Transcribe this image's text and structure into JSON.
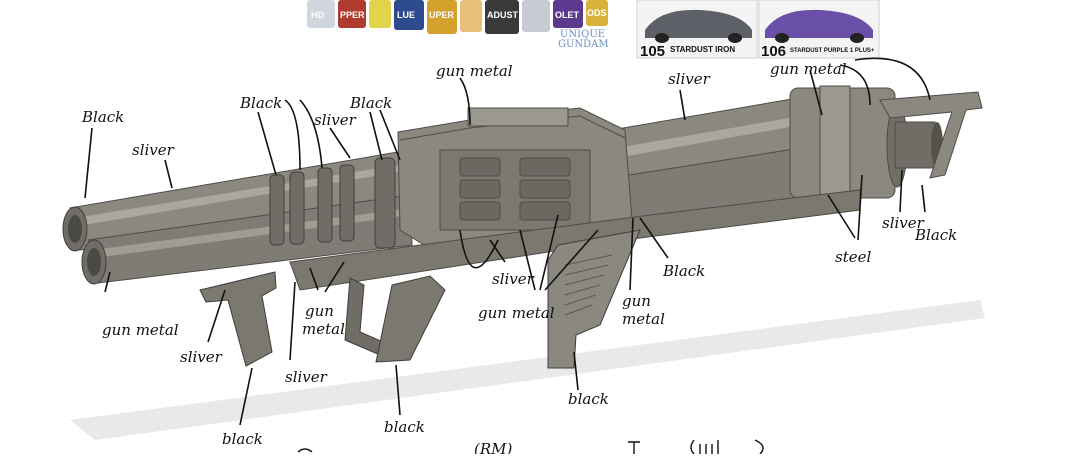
{
  "paint_strip": {
    "bottle_labels": [
      "HD",
      "PPER",
      "LUE",
      "UPER",
      "ADUST",
      "OLET",
      "ODS"
    ],
    "bottle_colors": [
      "#cfd6de",
      "#b03a2e",
      "#2f4b8f",
      "#d4a22c",
      "#3a3a3a",
      "#5b3a8e",
      "#d8b23a"
    ],
    "brand_line1": "UNIQUE",
    "brand_line2": "GUNDAM",
    "card1_number": "105",
    "card1_name": "STARDUST IRON",
    "card2_number": "106",
    "card2_name": "STARDUST PURPLE 1 PLUS+"
  },
  "annotations": [
    {
      "id": "black-muzzle",
      "text": "Black"
    },
    {
      "id": "sliver-barrel",
      "text": "sliver"
    },
    {
      "id": "black-ring-1",
      "text": "Black"
    },
    {
      "id": "sliver-mid",
      "text": "sliver"
    },
    {
      "id": "black-ring-2",
      "text": "Black"
    },
    {
      "id": "gun-metal-top",
      "text": "gun metal"
    },
    {
      "id": "sliver-top",
      "text": "sliver"
    },
    {
      "id": "gun-metal-rear",
      "text": "gun metal"
    },
    {
      "id": "gun-metal-muzzle",
      "text": "gun metal"
    },
    {
      "id": "sliver-foregrip",
      "text": "sliver"
    },
    {
      "id": "sliver-lower",
      "text": "sliver"
    },
    {
      "id": "gun-metal-rail-1",
      "text": "gun"
    },
    {
      "id": "gun-metal-rail-2",
      "text": "metal"
    },
    {
      "id": "sliver-center",
      "text": "sliver"
    },
    {
      "id": "gun-metal-center",
      "text": "gun metal"
    },
    {
      "id": "black-right",
      "text": "Black"
    },
    {
      "id": "gun-metal-right-1",
      "text": "gun"
    },
    {
      "id": "gun-metal-right-2",
      "text": "metal"
    },
    {
      "id": "steel",
      "text": "steel"
    },
    {
      "id": "sliver-rear",
      "text": "sliver"
    },
    {
      "id": "black-rear",
      "text": "Black"
    },
    {
      "id": "black-foregrip",
      "text": "black"
    },
    {
      "id": "black-grip",
      "text": "black"
    },
    {
      "id": "black-stock",
      "text": "black"
    }
  ],
  "bottom_note": {
    "partial": "(RM)"
  },
  "colors": {
    "gun_body": "#8a887f",
    "gun_dark": "#6f6d66",
    "gun_light": "#a9a79e",
    "ink": "#111111",
    "shadow": "#e6e6e6"
  }
}
